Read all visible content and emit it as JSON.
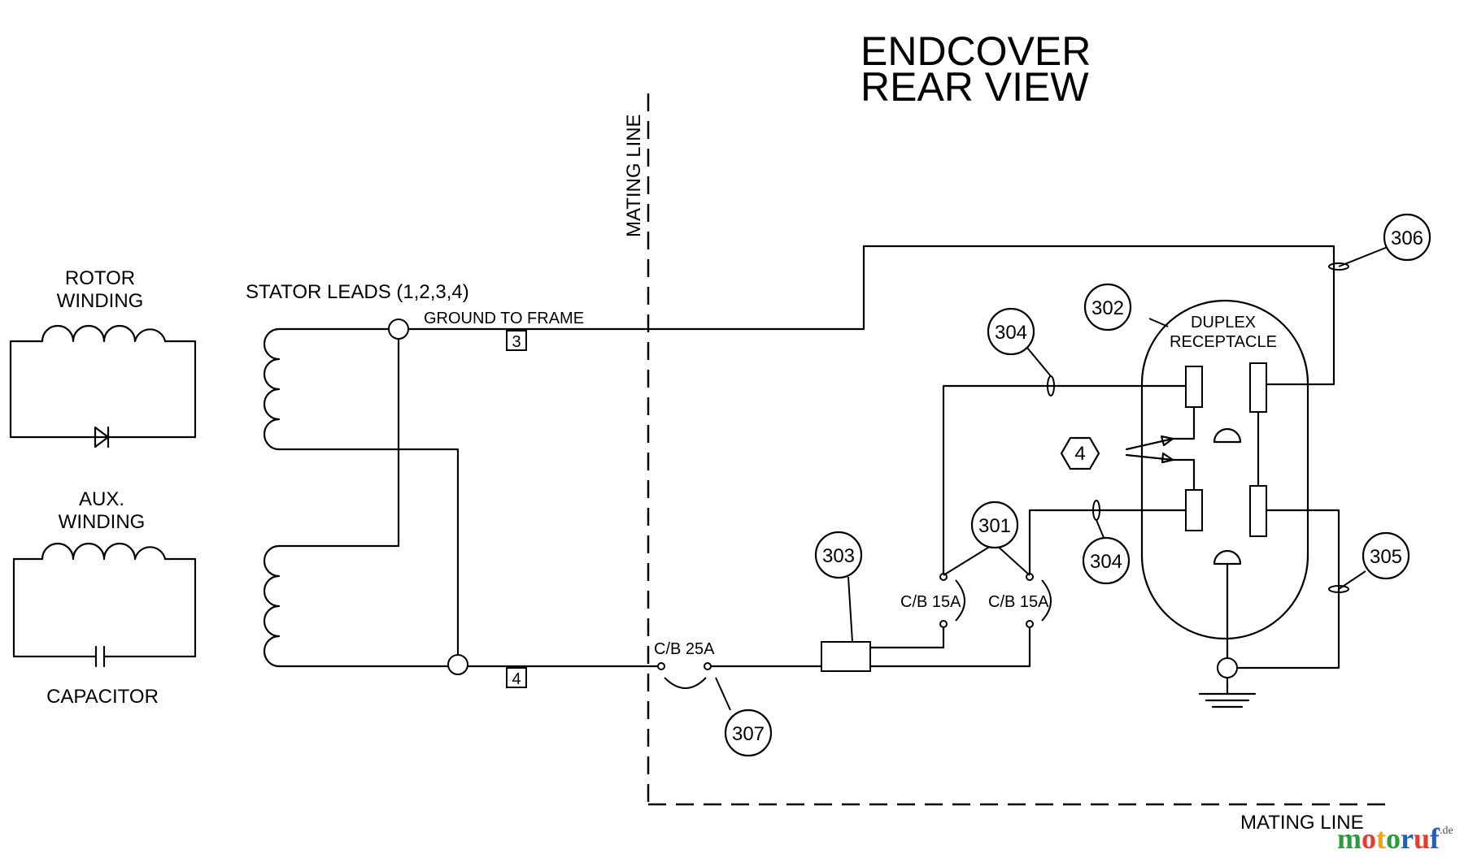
{
  "title_line1": "ENDCOVER",
  "title_line2": "REAR VIEW",
  "rotor_winding_line1": "ROTOR",
  "rotor_winding_line2": "WINDING",
  "aux_winding_line1": "AUX.",
  "aux_winding_line2": "WINDING",
  "capacitor_label": "CAPACITOR",
  "stator_leads_label": "STATOR LEADS (1,2,3,4)",
  "ground_to_frame_label": "GROUND TO FRAME",
  "mating_line_vertical": "MATING LINE",
  "mating_line_horizontal": "MATING LINE",
  "duplex_receptacle_line1": "DUPLEX",
  "duplex_receptacle_line2": "RECEPTACLE",
  "breaker_25_label": "C/B 25A",
  "breaker_15_left_label": "C/B 15A",
  "breaker_15_right_label": "C/B 15A",
  "lead_3_label": "3",
  "lead_4_label": "4",
  "hex_label": "4",
  "callouts": {
    "c301": "301",
    "c302": "302",
    "c303": "303",
    "c304_top": "304",
    "c304_bottom": "304",
    "c305": "305",
    "c306": "306",
    "c307": "307"
  },
  "watermark": {
    "letters": [
      {
        "ch": "m",
        "color": "#2a9d3a"
      },
      {
        "ch": "o",
        "color": "#e63b2e"
      },
      {
        "ch": "t",
        "color": "#f2a20a"
      },
      {
        "ch": "o",
        "color": "#2a9d3a"
      },
      {
        "ch": "r",
        "color": "#1e5fbf"
      },
      {
        "ch": "u",
        "color": "#e63b2e"
      },
      {
        "ch": "f",
        "color": "#1e5fbf"
      }
    ],
    "suffix": ".de"
  }
}
